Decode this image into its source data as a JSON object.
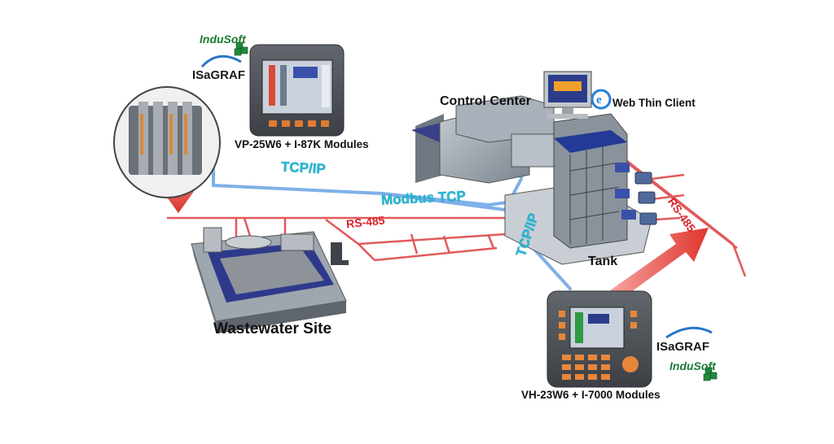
{
  "labels": {
    "control_center": "Control Center",
    "web_thin_client": "Web Thin Client",
    "vp_module": "VP-25W6 + I-87K Modules",
    "wastewater": "Wastewater Site",
    "tank": "Tank",
    "vh_module": "VH-23W6 + I-7000 Modules"
  },
  "network": {
    "tcpip_top": "TCP/IP",
    "modbus": "Modbus TCP",
    "rs485_mid": "RS-485",
    "tcpip_vertical": "TCP/IP",
    "rs485_right": "RS-485"
  },
  "logos": {
    "indusoft": "InduSoft",
    "isagraf": "ISaGRAF"
  },
  "colors": {
    "tcp_line": "#7fb0e8",
    "tcp_text": "#23b8d6",
    "rs485_line": "#e15a5a",
    "rs485_text": "#d9232a",
    "arrow_red": "#e0342e",
    "device_body": "#4a4f55",
    "building": "#9aa3ad"
  }
}
